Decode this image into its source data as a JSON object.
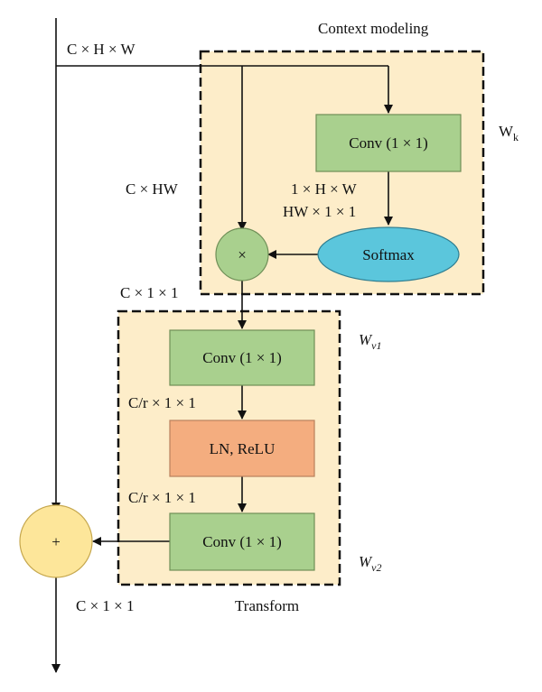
{
  "colors": {
    "region_fill": "#fdedc9",
    "region_border": "#111111",
    "conv_fill": "#a9d08e",
    "conv_border": "#6f8f57",
    "softmax_fill": "#5bc6dc",
    "softmax_border": "#2f7e91",
    "multiply_fill": "#a9d08e",
    "ln_fill": "#f4ad7f",
    "ln_border": "#b9805c",
    "add_fill": "#fde69a",
    "add_border": "#c6a84f",
    "arrow": "#111111"
  },
  "regions": {
    "context": {
      "title": "Context modeling",
      "weight_main": "W",
      "weight_sub": "k"
    },
    "transform": {
      "title": "Transform",
      "weight1_main": "W",
      "weight1_sub": "v1",
      "weight2_main": "W",
      "weight2_sub": "v2"
    }
  },
  "nodes": {
    "conv_k": "Conv (1 × 1)",
    "softmax": "Softmax",
    "multiply": "×",
    "conv_v1": "Conv (1 × 1)",
    "ln_relu": "LN, ReLU",
    "conv_v2": "Conv (1 × 1)",
    "add": "+"
  },
  "labels": {
    "input_shape": "C × H × W",
    "reshape_chw": "C × HW",
    "conv_k_out_1": "1 × H × W",
    "conv_k_out_2": "HW × 1 × 1",
    "pool_out": "C × 1 × 1",
    "v1_out": "C/r × 1 × 1",
    "ln_out": "C/r × 1 × 1",
    "final_out": "C × 1 × 1"
  }
}
